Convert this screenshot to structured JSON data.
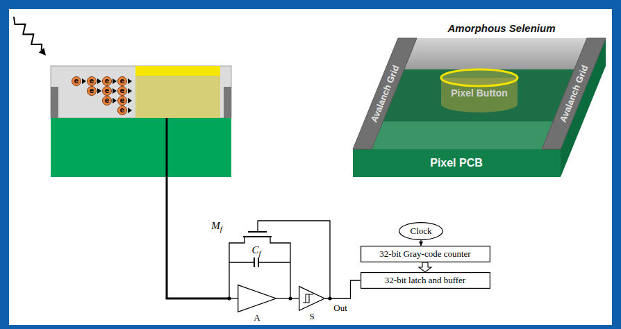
{
  "diagram": {
    "nodes": [
      {
        "text": [
          "Clock"
        ]
      },
      {
        "text": [
          "32-bit Gray-code counter"
        ]
      },
      {
        "text": [
          "32-bit latch and buffer"
        ]
      },
      {
        "text": [
          "A"
        ]
      },
      {
        "text": [
          "S"
        ]
      }
    ],
    "edges": [
      {
        "from": 0,
        "to": 1,
        "arrow": "to"
      },
      {
        "from": 1,
        "to": 2,
        "arrow": "to"
      },
      {
        "from": 3,
        "to": 4,
        "arrow": "none"
      },
      {
        "from": 4,
        "to": 2,
        "arrow": "none"
      }
    ],
    "labels": [
      "Amorphous Selenium",
      "Avalanch Grid",
      "Avalanch Grid",
      "Pixel Button",
      "Pixel PCB",
      "e",
      "e",
      "e",
      "e",
      "e",
      "e",
      "e",
      "e",
      "e",
      "e",
      "Mf",
      "Cf",
      "Out"
    ]
  }
}
